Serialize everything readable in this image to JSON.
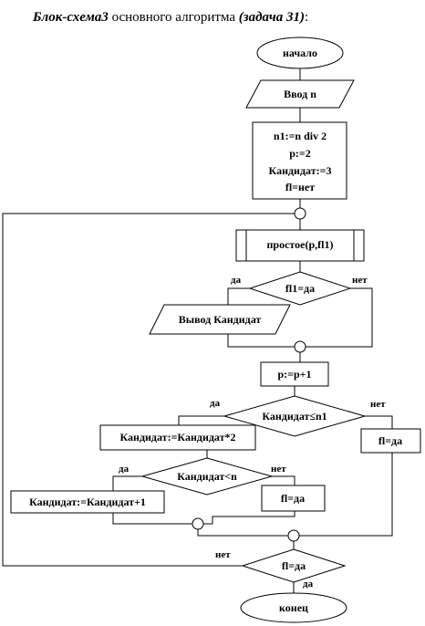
{
  "title": {
    "italic_part": "Блок-схема3",
    "plain_part": " основного алгоритма ",
    "task_ref": "(задача 31)",
    "colon": ":"
  },
  "nodes": {
    "start": "начало",
    "input": "Ввод n",
    "init_1": "n1:=n  div  2",
    "init_2": "p:=2",
    "init_3": "Кандидат:=3",
    "init_4": "fl=нет",
    "call": "простое(p,fl1)",
    "cond_fl1": "fl1=да",
    "output": "Вывод Кандидат",
    "inc_p": "p:=p+1",
    "cond_n1": "Кандидат≤n1",
    "mult": "Кандидат:=Кандидат*2",
    "set_fl_right": "fl=да",
    "cond_n": "Кандидат<n",
    "add_one": "Кандидат:=Кандидат+1",
    "set_fl_mid": "fl=да",
    "cond_fl": "fl=да",
    "end": "конец"
  },
  "labels": {
    "yes_1": "да",
    "no_1": "нет",
    "yes_2": "да",
    "no_2": "нет",
    "yes_3": "да",
    "no_3": "нет",
    "no_4": "нет",
    "yes_4": "да"
  }
}
